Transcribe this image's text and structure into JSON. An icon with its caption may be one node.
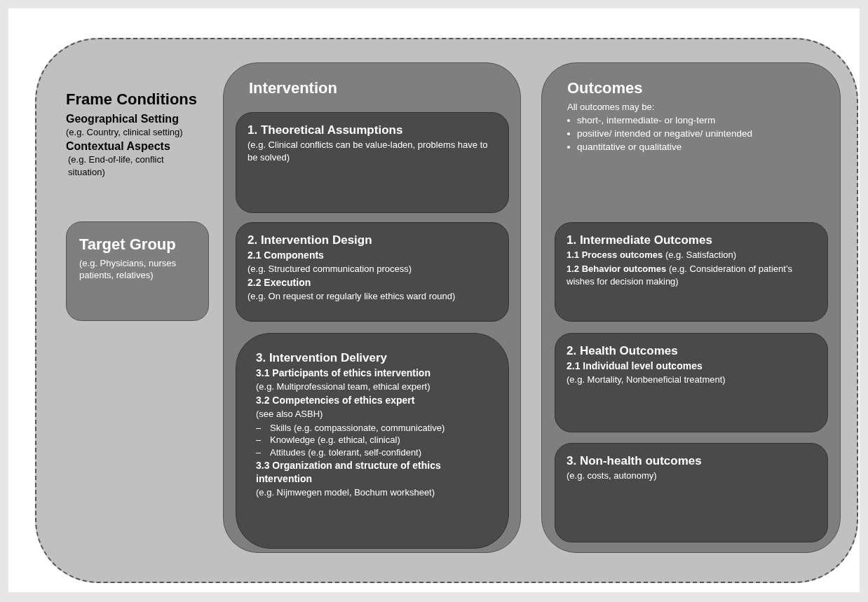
{
  "diagram": {
    "nodes": [
      {
        "text": [
          "Frame Conditions",
          "Geographical Setting",
          "(e.g. Country, clinical setting)",
          "Contextual Aspects",
          "(e.g. End-of-life, conflict situation)"
        ]
      },
      {
        "text": [
          "Target Group",
          "(e.g. Physicians, nurses patients, relatives)"
        ],
        "in": 0
      },
      {
        "text": [
          "Intervention"
        ],
        "in": 0
      },
      {
        "text": [
          "1. Theoretical Assumptions",
          "(e.g. Clinical conflicts can be value-laden, problems have to be solved)"
        ],
        "in": 2
      },
      {
        "text": [
          "2. Intervention Design",
          "2.1 Components",
          "(e.g. Structured communication process)",
          "2.2 Execution",
          "(e.g. On request or regularly like ethics ward round)"
        ],
        "in": 2
      },
      {
        "text": [
          "3. Intervention Delivery",
          "3.1 Participants of ethics intervention",
          "(e.g. Multiprofessional team, ethical expert)",
          "3.2 Competencies of ethics expert",
          "(see also ASBH)",
          "Skills (e.g. compassionate, communicative)",
          "Knowledge (e.g. ethical, clinical)",
          "Attitudes (e.g. tolerant, self-confident)",
          "3.3 Organization and structure of ethics intervention",
          "(e.g. Nijmwegen model, Bochum worksheet)"
        ],
        "in": 2
      },
      {
        "text": [
          "Outcomes",
          "All outcomes may be:",
          "short-, intermediate- or long-term",
          "positive/ intended or negative/ unintended",
          "quantitative or qualitative"
        ],
        "in": 0
      },
      {
        "text": [
          "1. Intermediate Outcomes",
          "**1.1 Process outcomes** (e.g. Satisfaction)",
          "**1.2 Behavior outcomes** (e.g. Consideration of patient’s wishes for decision making)"
        ],
        "in": 6
      },
      {
        "text": [
          "2. Health Outcomes",
          "2.1 Individual level outcomes",
          "(e.g. Mortality, Nonbeneficial treatment)"
        ],
        "in": 6
      },
      {
        "text": [
          "3. Non-health outcomes",
          "(e.g. costs, autonomy)"
        ],
        "in": 6
      }
    ]
  }
}
